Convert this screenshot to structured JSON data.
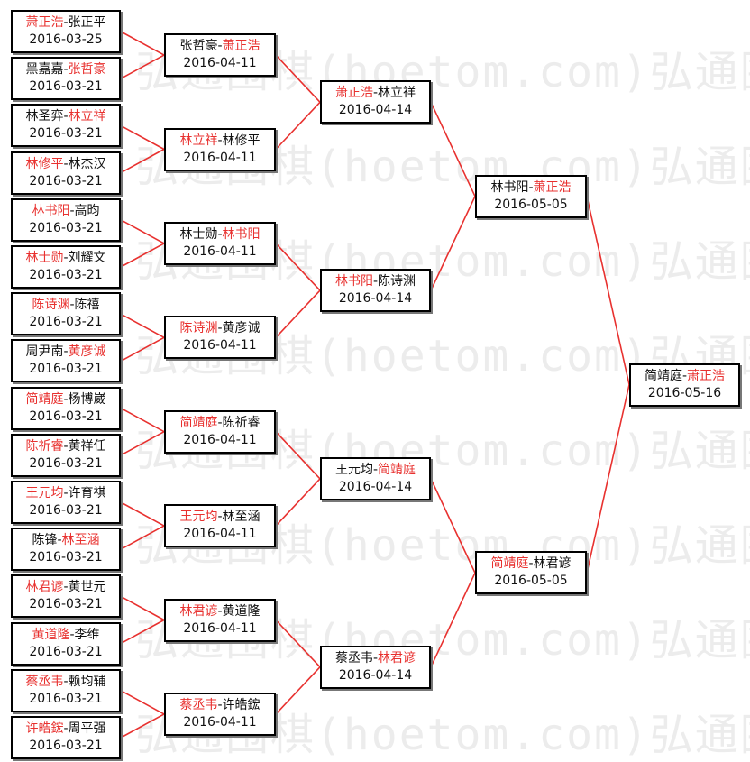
{
  "watermark": "弘通围棋(hoetom.com)弘通围棋",
  "colors": {
    "winner": "#e8312f",
    "line": "#e8312f",
    "text": "#111111"
  },
  "bracket": {
    "round1": [
      {
        "p1": "萧正浩",
        "p2": "张正平",
        "winner": 1,
        "date": "2016-03-25"
      },
      {
        "p1": "黑嘉嘉",
        "p2": "张哲豪",
        "winner": 2,
        "date": "2016-03-21"
      },
      {
        "p1": "林圣弈",
        "p2": "林立祥",
        "winner": 2,
        "date": "2016-03-21"
      },
      {
        "p1": "林修平",
        "p2": "林杰汉",
        "winner": 1,
        "date": "2016-03-21"
      },
      {
        "p1": "林书阳",
        "p2": "高昀",
        "winner": 1,
        "date": "2016-03-21"
      },
      {
        "p1": "林士勋",
        "p2": "刘耀文",
        "winner": 1,
        "date": "2016-03-21"
      },
      {
        "p1": "陈诗渊",
        "p2": "陈禧",
        "winner": 1,
        "date": "2016-03-21"
      },
      {
        "p1": "周尹南",
        "p2": "黄彦诚",
        "winner": 2,
        "date": "2016-03-21"
      },
      {
        "p1": "简靖庭",
        "p2": "杨博崴",
        "winner": 1,
        "date": "2016-03-21"
      },
      {
        "p1": "陈祈睿",
        "p2": "黄祥任",
        "winner": 1,
        "date": "2016-03-21"
      },
      {
        "p1": "王元均",
        "p2": "许育祺",
        "winner": 1,
        "date": "2016-03-21"
      },
      {
        "p1": "陈锋",
        "p2": "林至涵",
        "winner": 2,
        "date": "2016-03-21"
      },
      {
        "p1": "林君谚",
        "p2": "黄世元",
        "winner": 1,
        "date": "2016-03-21"
      },
      {
        "p1": "黄道隆",
        "p2": "李维",
        "winner": 1,
        "date": "2016-03-21"
      },
      {
        "p1": "蔡丞韦",
        "p2": "赖均辅",
        "winner": 1,
        "date": "2016-03-21"
      },
      {
        "p1": "许皓鋐",
        "p2": "周平强",
        "winner": 1,
        "date": "2016-03-21"
      }
    ],
    "round2": [
      {
        "p1": "张哲豪",
        "p2": "萧正浩",
        "winner": 2,
        "date": "2016-04-11"
      },
      {
        "p1": "林立祥",
        "p2": "林修平",
        "winner": 1,
        "date": "2016-04-11"
      },
      {
        "p1": "林士勋",
        "p2": "林书阳",
        "winner": 2,
        "date": "2016-04-11"
      },
      {
        "p1": "陈诗渊",
        "p2": "黄彦诚",
        "winner": 1,
        "date": "2016-04-11"
      },
      {
        "p1": "简靖庭",
        "p2": "陈祈睿",
        "winner": 1,
        "date": "2016-04-11"
      },
      {
        "p1": "王元均",
        "p2": "林至涵",
        "winner": 1,
        "date": "2016-04-11"
      },
      {
        "p1": "林君谚",
        "p2": "黄道隆",
        "winner": 1,
        "date": "2016-04-11"
      },
      {
        "p1": "蔡丞韦",
        "p2": "许皓鋐",
        "winner": 1,
        "date": "2016-04-11"
      }
    ],
    "round3": [
      {
        "p1": "萧正浩",
        "p2": "林立祥",
        "winner": 1,
        "date": "2016-04-14"
      },
      {
        "p1": "林书阳",
        "p2": "陈诗渊",
        "winner": 1,
        "date": "2016-04-14"
      },
      {
        "p1": "王元均",
        "p2": "简靖庭",
        "winner": 2,
        "date": "2016-04-14"
      },
      {
        "p1": "蔡丞韦",
        "p2": "林君谚",
        "winner": 2,
        "date": "2016-04-14"
      }
    ],
    "round4": [
      {
        "p1": "林书阳",
        "p2": "萧正浩",
        "winner": 2,
        "date": "2016-05-05"
      },
      {
        "p1": "简靖庭",
        "p2": "林君谚",
        "winner": 1,
        "date": "2016-05-05"
      }
    ],
    "round5": [
      {
        "p1": "简靖庭",
        "p2": "萧正浩",
        "winner": 2,
        "date": "2016-05-16"
      }
    ]
  }
}
